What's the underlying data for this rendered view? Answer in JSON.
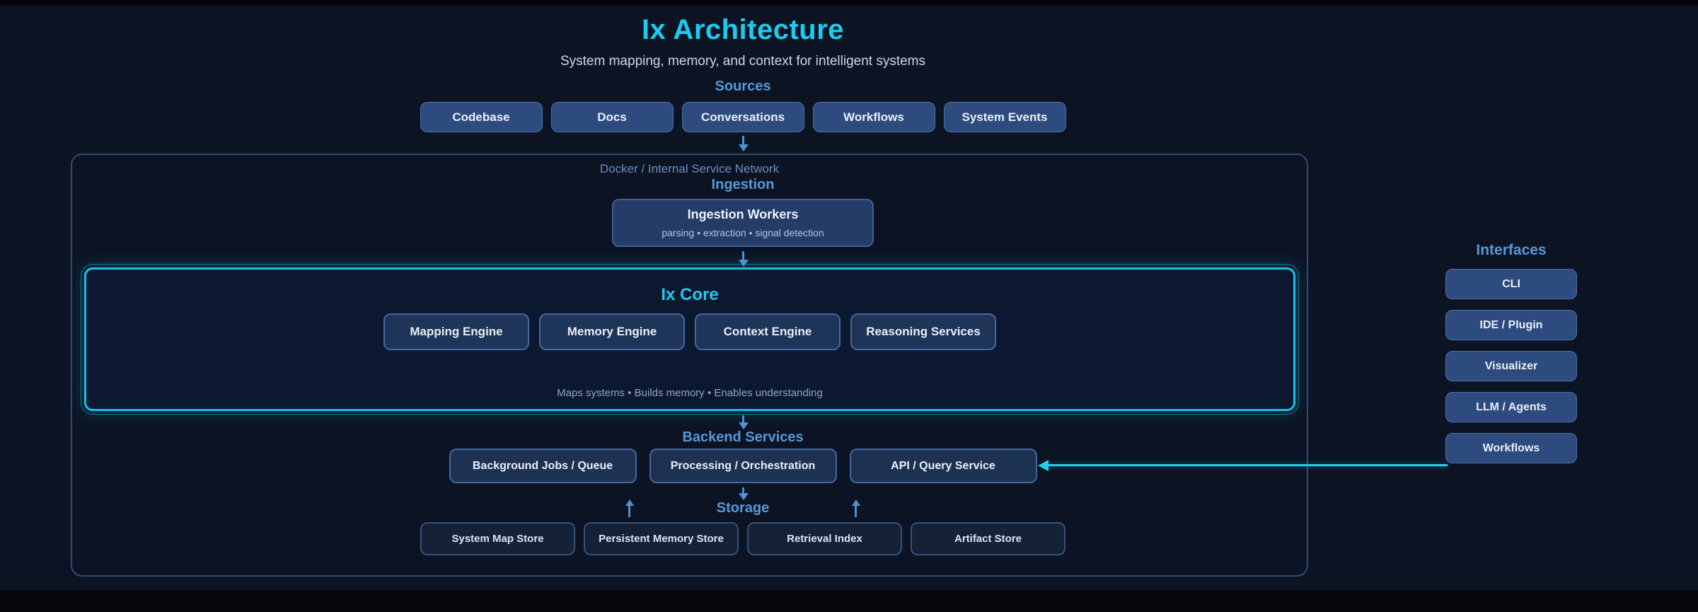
{
  "header": {
    "title": "Ix Architecture",
    "subtitle": "System mapping, memory, and context for intelligent systems"
  },
  "sources": {
    "heading": "Sources",
    "items": [
      "Codebase",
      "Docs",
      "Conversations",
      "Workflows",
      "System Events"
    ]
  },
  "network": {
    "label": "Docker / Internal Service Network"
  },
  "ingestion": {
    "heading": "Ingestion",
    "worker_title": "Ingestion Workers",
    "worker_subtitle": "parsing • extraction • signal detection"
  },
  "core": {
    "title": "Ix Core",
    "engines": [
      "Mapping Engine",
      "Memory Engine",
      "Context Engine",
      "Reasoning Services"
    ],
    "caption": "Maps systems • Builds memory • Enables understanding"
  },
  "backend": {
    "heading": "Backend Services",
    "items": [
      "Background Jobs / Queue",
      "Processing / Orchestration",
      "API / Query Service"
    ]
  },
  "storage": {
    "heading": "Storage",
    "items": [
      "System Map Store",
      "Persistent Memory Store",
      "Retrieval Index",
      "Artifact Store"
    ]
  },
  "interfaces": {
    "heading": "Interfaces",
    "items": [
      "CLI",
      "IDE / Plugin",
      "Visualizer",
      "LLM / Agents",
      "Workflows"
    ]
  },
  "colors": {
    "accent_cyan": "#1ecbee",
    "heading_blue": "#5799d6",
    "node_fill": "#2d4b7e",
    "background": "#0c1424"
  }
}
